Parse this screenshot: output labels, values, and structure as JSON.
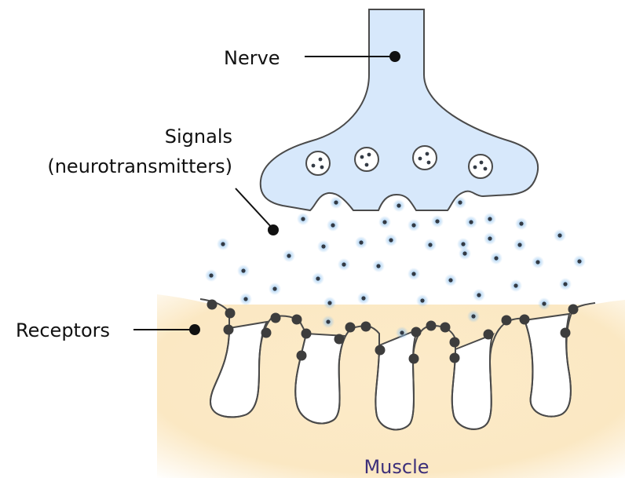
{
  "labels": {
    "nerve": "Nerve",
    "signals_line1": "Signals",
    "signals_line2": "(neurotransmitters)",
    "receptors": "Receptors",
    "muscle": "Muscle"
  },
  "colors": {
    "nerve_fill": "#d7e8fb",
    "outline": "#4a4a4a",
    "muscle_fill": "#fbe9c6",
    "dot": "#333a44",
    "glow": "#9ec9f0",
    "muscle_label": "#3c2f7a"
  }
}
